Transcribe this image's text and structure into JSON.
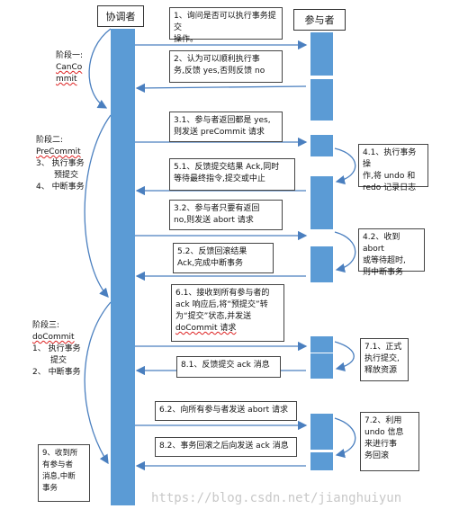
{
  "header": {
    "coordinator": "协调者",
    "participant": "参与者"
  },
  "colors": {
    "bar": "#5b9bd5",
    "arrow": "#4a7fbf",
    "phase_border": "#4a7fbf"
  },
  "phases": {
    "p1": {
      "line1": "阶段一:",
      "line2": "CanCo",
      "line3": "mmit"
    },
    "p2": {
      "line1": "阶段二:",
      "line2": "PreCommit",
      "line3": "3、 执行事务",
      "line4": "预提交",
      "line5": "4、 中断事务"
    },
    "p3": {
      "line1": "阶段三:",
      "line2": "doCommit",
      "line3": "1、 执行事务",
      "line4": "提交",
      "line5": "2、 中断事务"
    },
    "p9": {
      "line1": "9、收到所",
      "line2": "有参与者",
      "line3": "消息,中断",
      "line4": "事务"
    }
  },
  "messages": {
    "m1": {
      "l1": "1、询问是否可以执行事务提交",
      "l2": "操作。"
    },
    "m2": {
      "l1": "2、认为可以顺利执行事",
      "l2": "务,反馈 yes,否则反馈 no"
    },
    "m31": {
      "l1": "3.1、参与者返回都是 yes,",
      "l2": "则发送 preCommit 请求"
    },
    "m51": {
      "l1": "5.1、反馈提交结果 Ack,同时",
      "l2": "等待最终指令,提交或中止"
    },
    "m32": {
      "l1": "3.2、参与者只要有返回",
      "l2": "no,则发送 abort 请求"
    },
    "m52": {
      "l1": "5.2、反馈回滚结果",
      "l2": "Ack,完成中断事务"
    },
    "m61": {
      "l1": "6.1、接收到所有参与者的",
      "l2": "ack 响应后,将“预提交”转",
      "l3": "为“提交”状态,并发送",
      "l4": "doCommit 请求"
    },
    "m81": {
      "l1": "8.1、反馈提交 ack 消息"
    },
    "m62": {
      "l1": "6.2、向所有参与者发送 abort 请求"
    },
    "m82": {
      "l1": "8.2、事务回滚之后向发送 ack 消息"
    }
  },
  "participant_notes": {
    "n41": {
      "l1": "4.1、执行事务操",
      "l2": "作,将 undo 和",
      "l3": "redo 记录日志"
    },
    "n42": {
      "l1": "4.2、收到 abort",
      "l2": "或等待超时,",
      "l3": "则中断事务"
    },
    "n71": {
      "l1": "7.1、正式",
      "l2": "执行提交,",
      "l3": "释放资源"
    },
    "n72": {
      "l1": "7.2、利用",
      "l2": "undo 信息",
      "l3": "来进行事",
      "l4": "务回滚"
    }
  },
  "watermark": "https://blog.csdn.net/jianghuiyun"
}
